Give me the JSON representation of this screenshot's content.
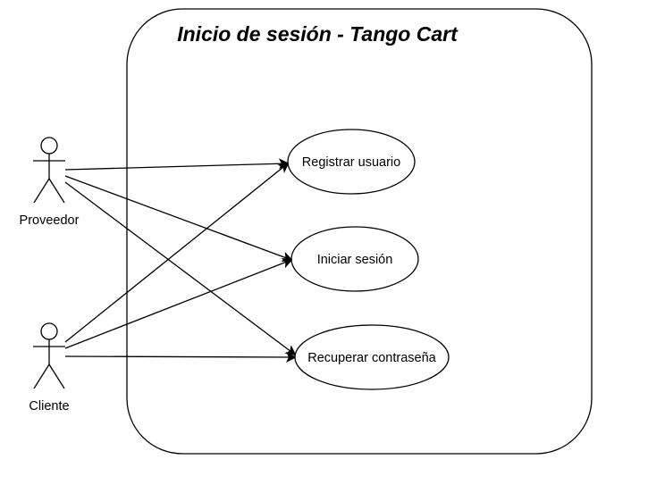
{
  "system": {
    "title": "Inicio de sesión - Tango Cart"
  },
  "actors": [
    {
      "id": "proveedor",
      "label": "Proveedor"
    },
    {
      "id": "cliente",
      "label": "Cliente"
    }
  ],
  "use_cases": [
    {
      "id": "registrar",
      "label": "Registrar usuario"
    },
    {
      "id": "iniciar",
      "label": "Iniciar sesión"
    },
    {
      "id": "recuperar",
      "label": "Recuperar contraseña"
    }
  ],
  "associations": [
    {
      "from": "proveedor",
      "to": "registrar"
    },
    {
      "from": "proveedor",
      "to": "iniciar"
    },
    {
      "from": "proveedor",
      "to": "recuperar"
    },
    {
      "from": "cliente",
      "to": "registrar"
    },
    {
      "from": "cliente",
      "to": "iniciar"
    },
    {
      "from": "cliente",
      "to": "recuperar"
    }
  ]
}
